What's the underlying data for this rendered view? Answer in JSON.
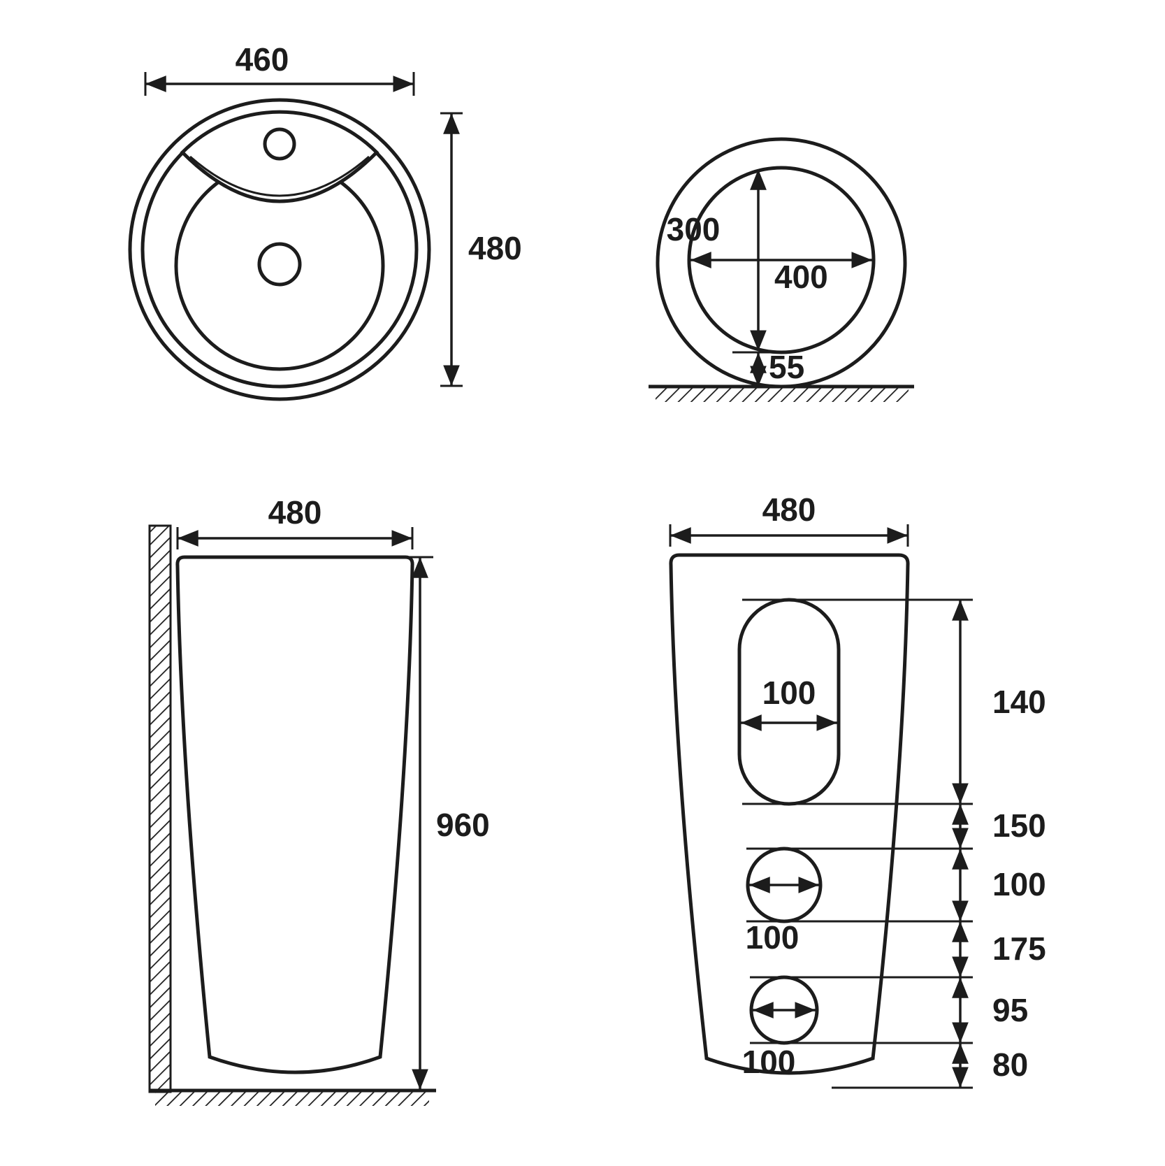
{
  "drawing": {
    "top_view": {
      "width": "460",
      "depth": "480"
    },
    "bowl_view": {
      "inner_diameter": "300",
      "height": "400",
      "floor_offset": "55"
    },
    "side_view": {
      "width": "480",
      "height": "960"
    },
    "front_view": {
      "width": "480",
      "slot_width": "100",
      "hole1_diameter": "100",
      "hole2_diameter": "100",
      "chain": [
        "140",
        "150",
        "100",
        "175",
        "95",
        "80"
      ]
    }
  }
}
